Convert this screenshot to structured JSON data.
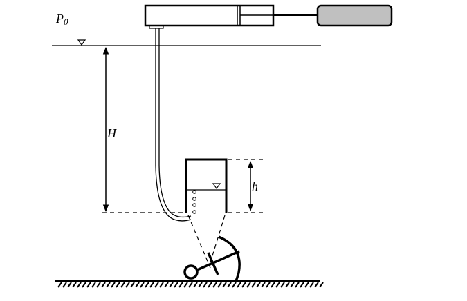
{
  "labels": {
    "surface_pressure": "P0",
    "depth": "H",
    "cylinder_height": "h"
  },
  "colors": {
    "stroke": "#000000",
    "gauge_fill": "#c0c0c0"
  }
}
